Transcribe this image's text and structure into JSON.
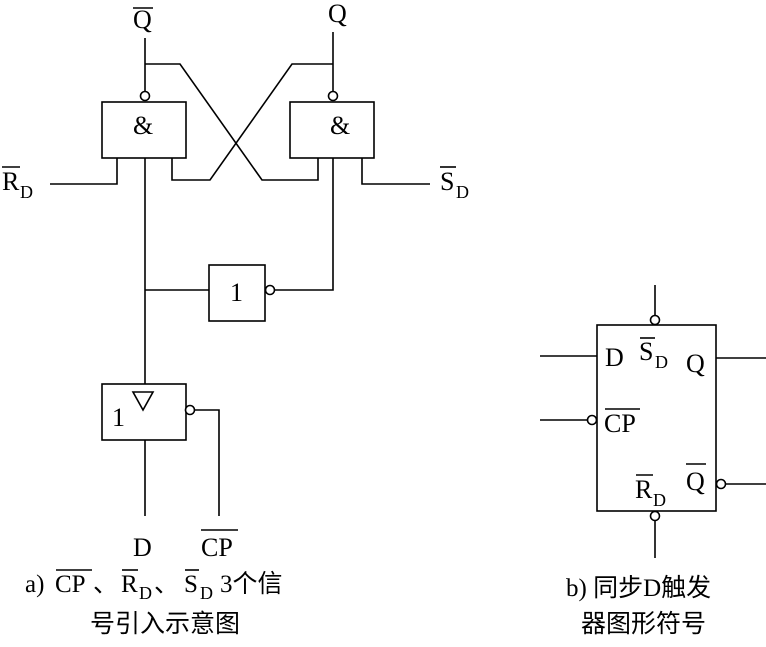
{
  "diagram_a": {
    "gate_and": "&",
    "gate_not": "1",
    "gate_buffer": "1",
    "label_qbar": "Q",
    "label_q": "Q",
    "label_rd_main": "R",
    "label_rd_sub": "D",
    "label_sd_main": "S",
    "label_sd_sub": "D",
    "label_d": "D",
    "label_cp": "CP",
    "caption_prefix": "a)",
    "caption_cp": "CP",
    "caption_sep1": "、",
    "caption_rd_main": "R",
    "caption_rd_sub": "D",
    "caption_sep2": "、",
    "caption_sd_main": "S",
    "caption_sd_sub": "D",
    "caption_rest": "3个信",
    "caption_line2": "号引入示意图"
  },
  "diagram_b": {
    "pin_d": "D",
    "pin_sd_main": "S",
    "pin_sd_sub": "D",
    "pin_q": "Q",
    "pin_cp": "CP",
    "pin_rd_main": "R",
    "pin_rd_sub": "D",
    "pin_qbar": "Q",
    "caption_line1": "b) 同步D触发",
    "caption_line2": "器图形符号"
  }
}
